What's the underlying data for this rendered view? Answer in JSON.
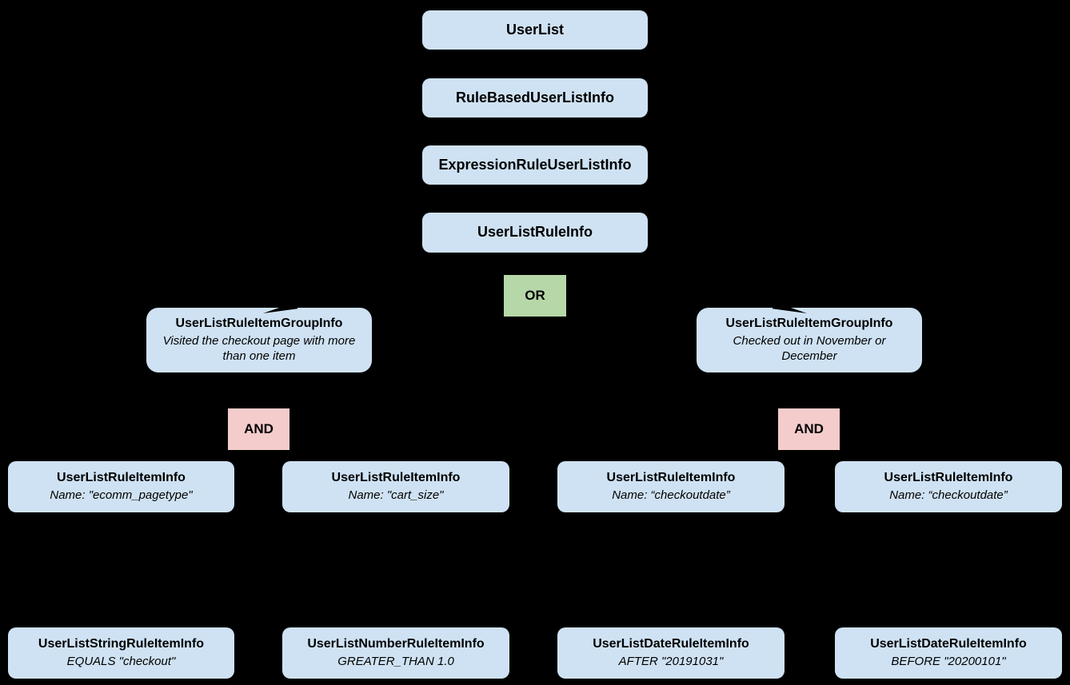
{
  "diagram": {
    "title": "UserList rule hierarchy diagram",
    "colors": {
      "background": "#000000",
      "node_fill": "#cfe2f3",
      "or_fill": "#b6d7a8",
      "and_fill": "#f4cccc",
      "text": "#000000"
    },
    "nodes": {
      "user_list": {
        "label": "UserList"
      },
      "rule_based_user_list_info": {
        "label": "RuleBasedUserListInfo"
      },
      "expression_rule_user_list_info": {
        "label": "ExpressionRuleUserListInfo"
      },
      "user_list_rule_info": {
        "label": "UserListRuleInfo"
      },
      "or_operator": {
        "label": "OR"
      },
      "group_left": {
        "label": "UserListRuleItemGroupInfo",
        "desc": "Visited the checkout page with more than one item"
      },
      "group_right": {
        "label": "UserListRuleItemGroupInfo",
        "desc": "Checked out in November or December"
      },
      "and_left": {
        "label": "AND"
      },
      "and_right": {
        "label": "AND"
      },
      "item_ecomm_pagetype": {
        "label": "UserListRuleItemInfo",
        "desc": "Name: \"ecomm_pagetype\""
      },
      "item_cart_size": {
        "label": "UserListRuleItemInfo",
        "desc": "Name: \"cart_size\""
      },
      "item_checkoutdate_1": {
        "label": "UserListRuleItemInfo",
        "desc": "Name: “checkoutdate”"
      },
      "item_checkoutdate_2": {
        "label": "UserListRuleItemInfo",
        "desc": "Name: “checkoutdate”"
      },
      "leaf_string": {
        "label": "UserListStringRuleItemInfo",
        "desc": "EQUALS \"checkout\""
      },
      "leaf_number": {
        "label": "UserListNumberRuleItemInfo",
        "desc": "GREATER_THAN 1.0"
      },
      "leaf_date_after": {
        "label": "UserListDateRuleItemInfo",
        "desc": "AFTER \"20191031\""
      },
      "leaf_date_before": {
        "label": "UserListDateRuleItemInfo",
        "desc": "BEFORE \"20200101\""
      }
    }
  }
}
